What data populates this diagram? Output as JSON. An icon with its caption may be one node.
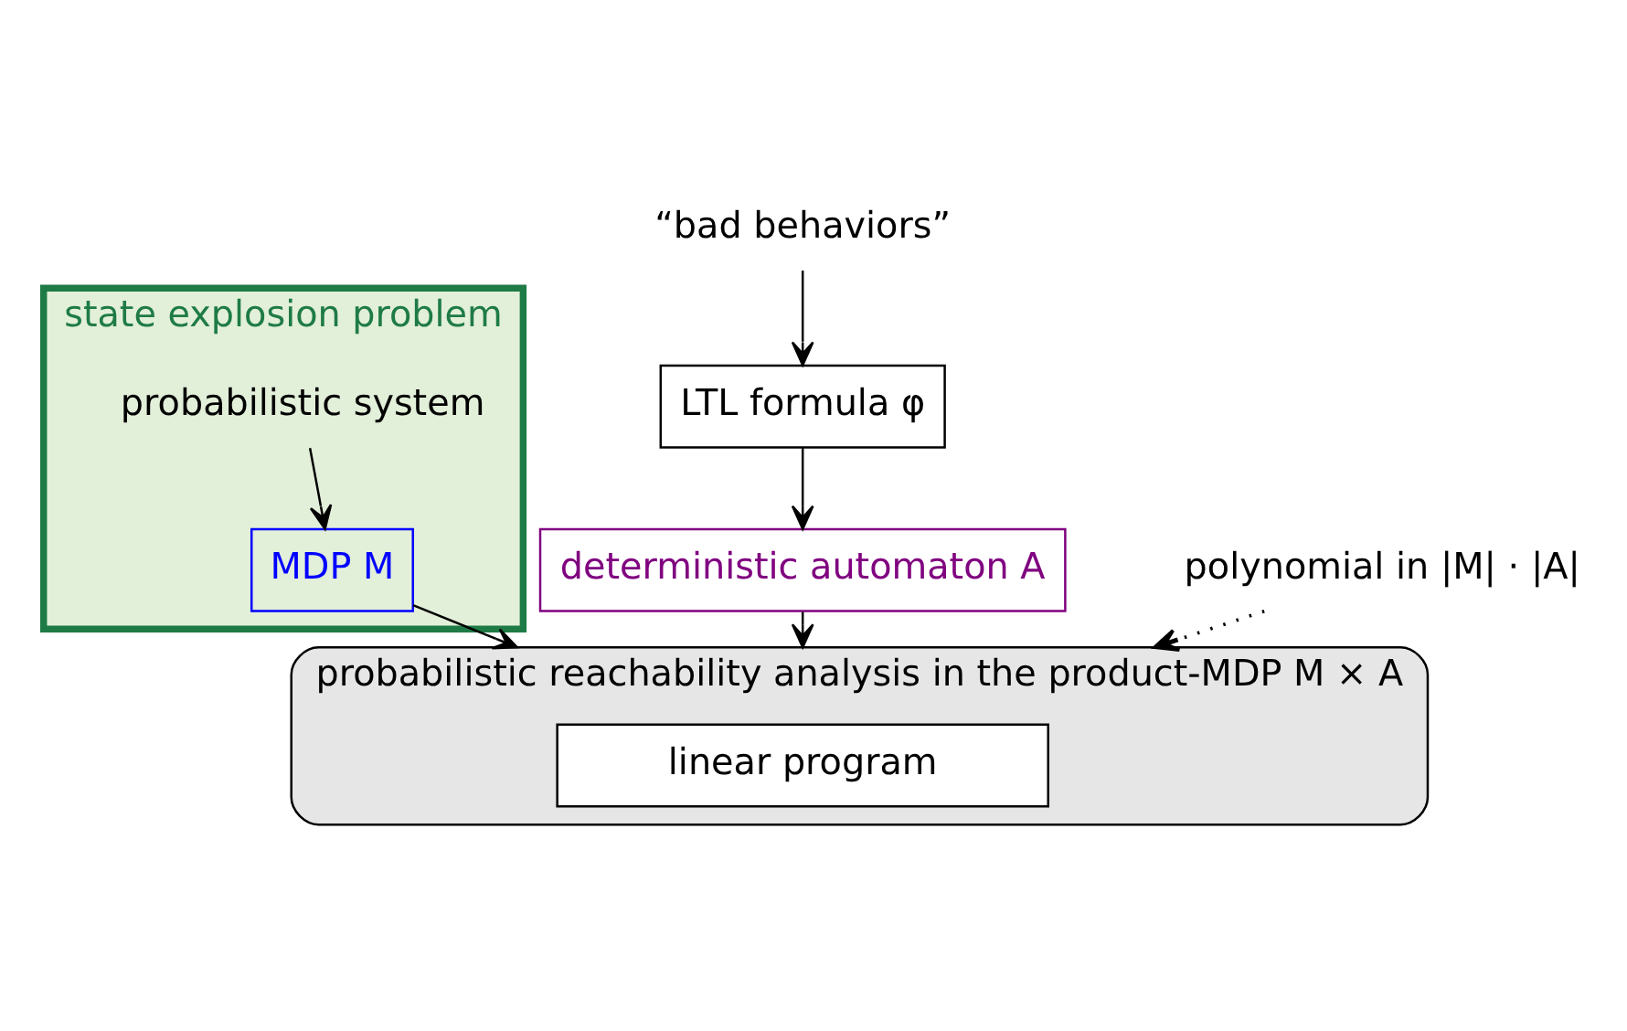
{
  "diagram": {
    "nodes": [
      {
        "text": [
          "state explosion problem"
        ]
      },
      {
        "text": [
          "probabilistic system"
        ],
        "in": 0
      },
      {
        "text": [
          "MDP M"
        ],
        "in": 0
      },
      {
        "text": [
          "“bad behaviors”"
        ]
      },
      {
        "text": [
          "LTL formula φ"
        ]
      },
      {
        "text": [
          "deterministic automaton A"
        ]
      },
      {
        "text": [
          "probabilistic reachability analysis in the product-MDP M × A"
        ]
      },
      {
        "text": [
          "linear program"
        ],
        "in": 6
      },
      {
        "text": [
          "polynomial in |M| · |A|"
        ]
      }
    ],
    "edges": [
      {
        "from": 1,
        "to": 2,
        "arrow": "to"
      },
      {
        "from": 3,
        "to": 4,
        "arrow": "to"
      },
      {
        "from": 4,
        "to": 5,
        "arrow": "to"
      },
      {
        "from": 2,
        "to": 6,
        "arrow": "to"
      },
      {
        "from": 5,
        "to": 6,
        "arrow": "to"
      },
      {
        "from": 8,
        "to": 6,
        "arrow": "to",
        "style": "dashed"
      }
    ]
  }
}
